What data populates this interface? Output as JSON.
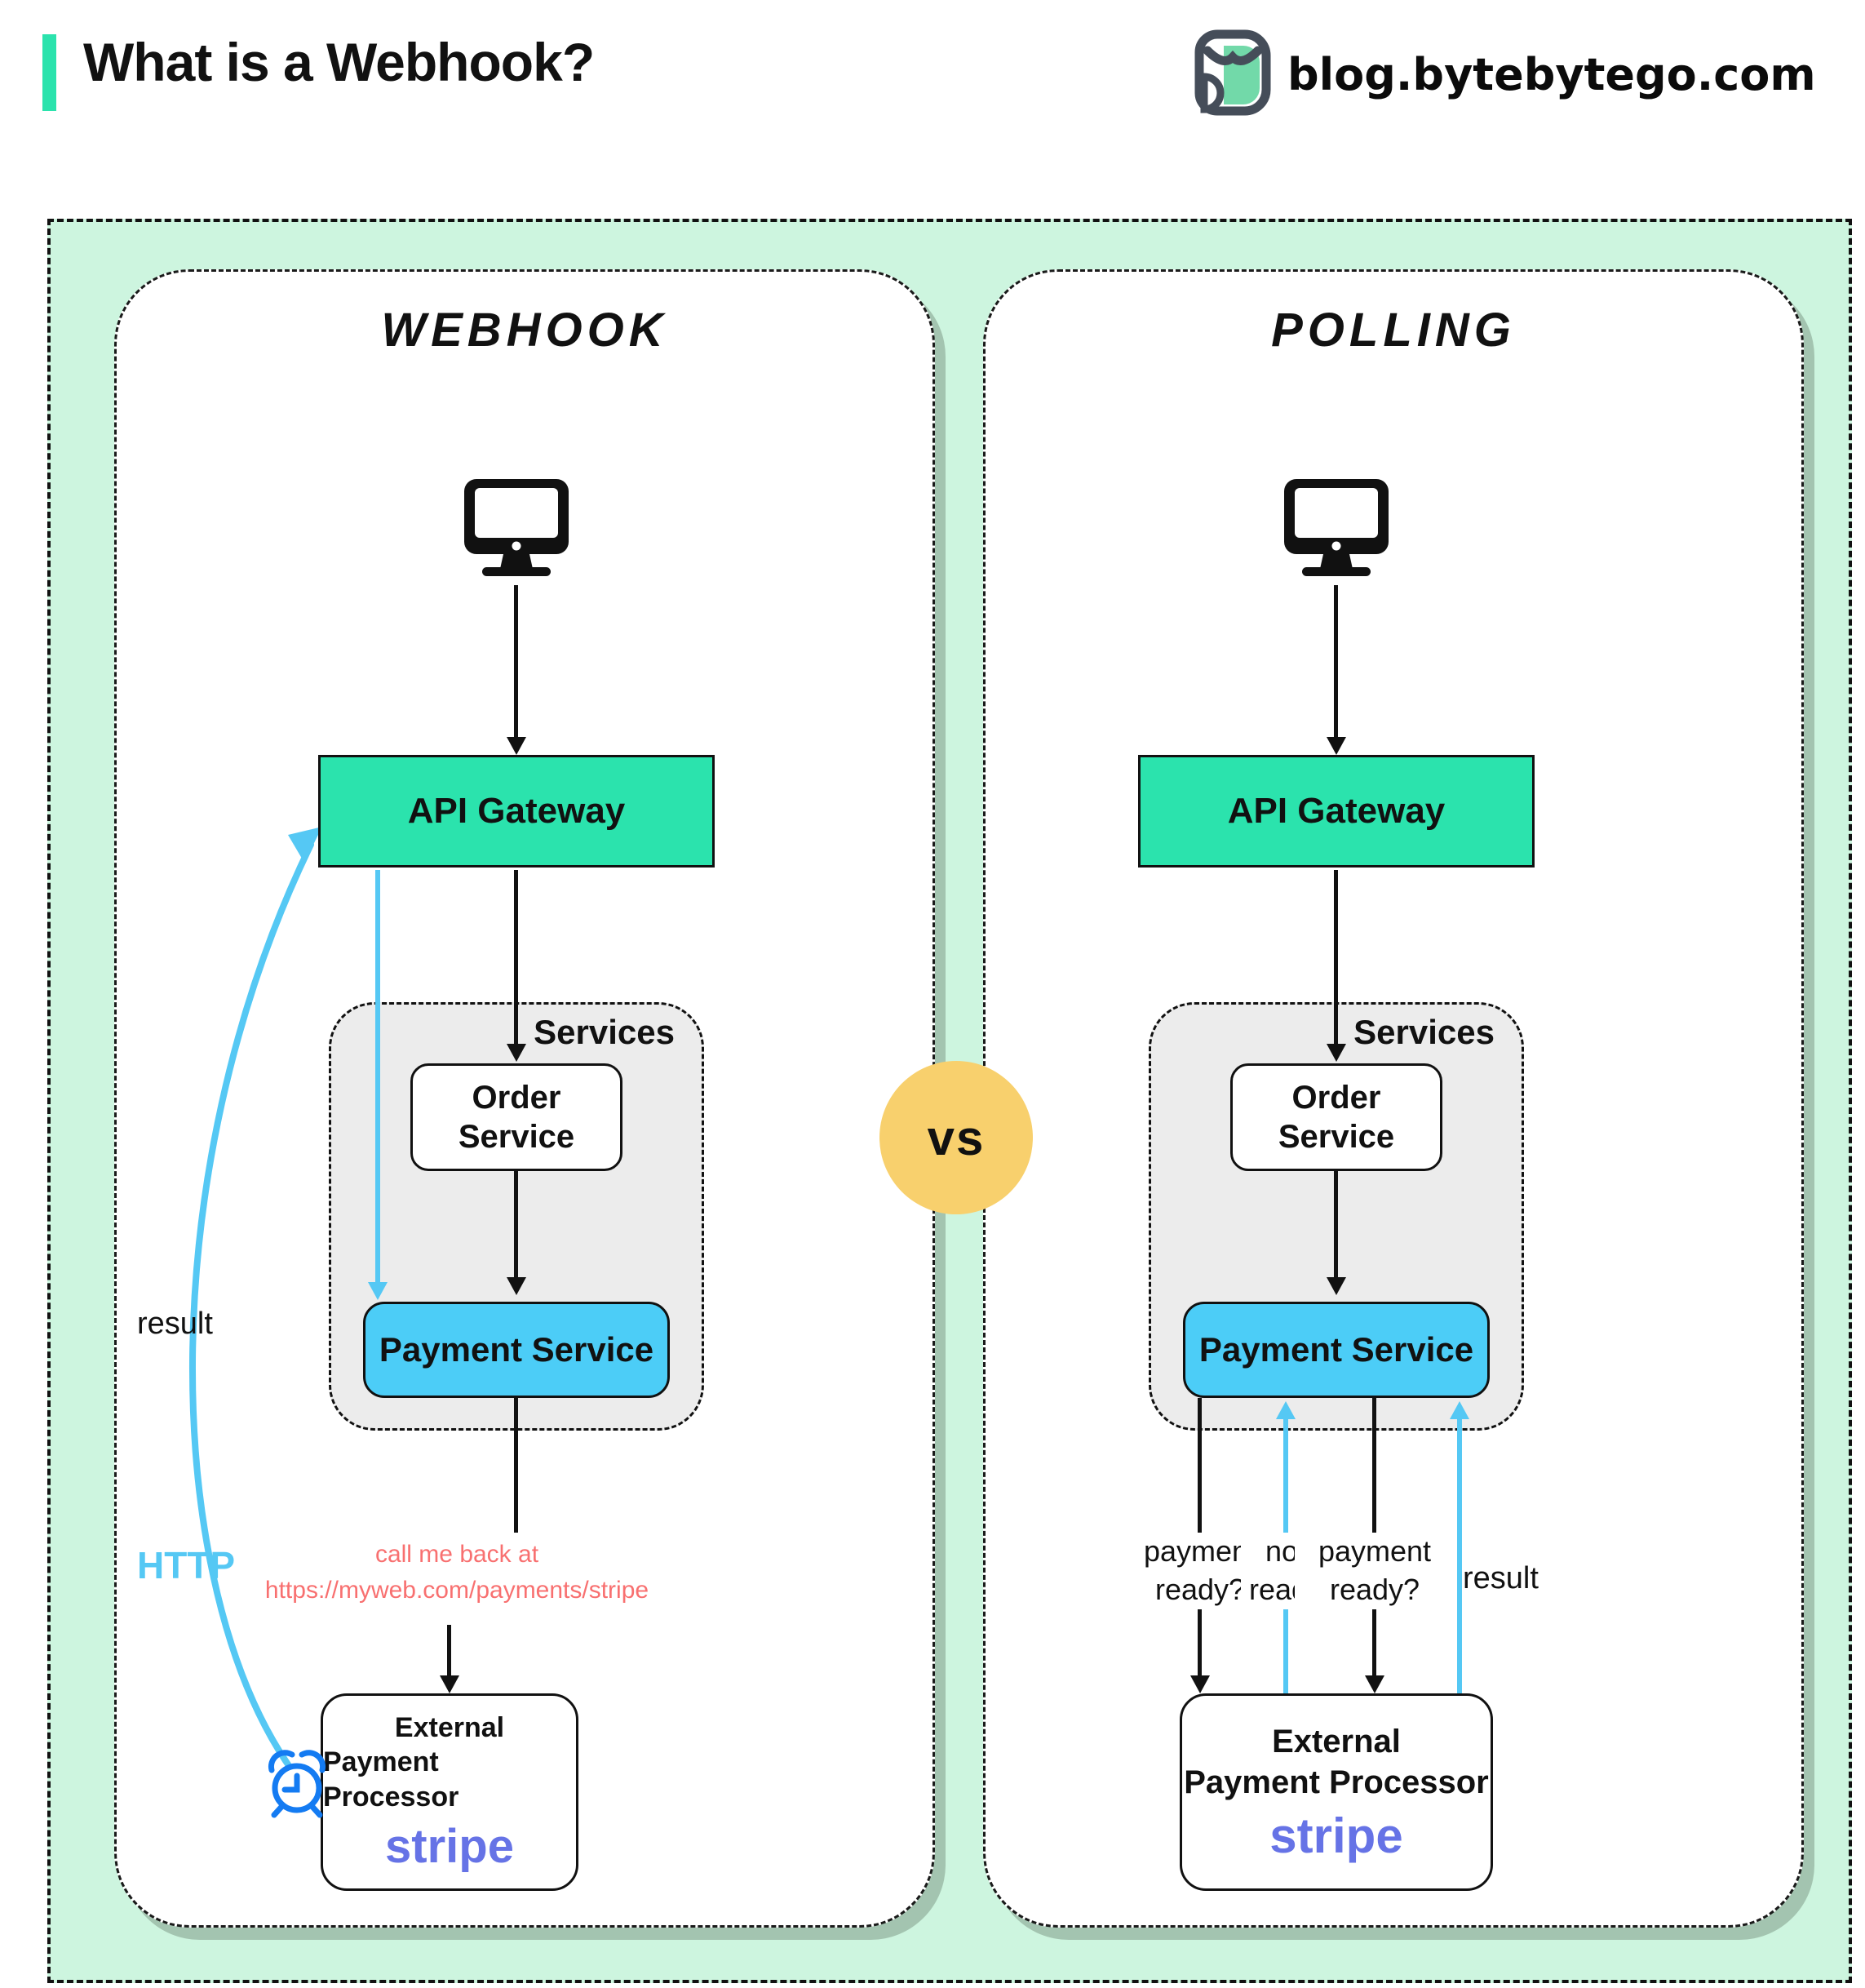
{
  "header": {
    "title": "What is a Webhook?",
    "brand": "blog.bytebytego.com"
  },
  "vs_label": "vs",
  "panels": {
    "webhook": {
      "title": "Webhook",
      "api_gateway": "API Gateway",
      "services_label": "Services",
      "order_line1": "Order",
      "order_line2": "Service",
      "payment_service": "Payment Service",
      "callback_line1": "call me back at",
      "callback_line2": "https://myweb.com/payments/stripe",
      "external_line1": "External",
      "external_line2": "Payment Processor",
      "stripe": "stripe",
      "result_label": "result",
      "http_label": "HTTP"
    },
    "polling": {
      "title": "Polling",
      "api_gateway": "API Gateway",
      "services_label": "Services",
      "order_line1": "Order",
      "order_line2": "Service",
      "payment_service": "Payment Service",
      "external_line1": "External",
      "external_line2": "Payment Processor",
      "stripe": "stripe",
      "labels": {
        "q1_line1": "payment",
        "q1_line2": "ready?",
        "n1_line1": "not",
        "n1_line2": "ready",
        "q2_line1": "payment",
        "q2_line2": "ready?",
        "result": "result"
      }
    }
  },
  "icons": {
    "logo": "bytebytego-owl-logo",
    "client": "monitor-icon",
    "clock": "alarm-clock-icon"
  },
  "colors": {
    "mint": "#cdf5df",
    "teal": "#2be3ad",
    "sky": "#4ccdf7",
    "arrow-blue": "#55c8f4",
    "salmon": "#f87070",
    "stripe": "#6673e6",
    "vs-yellow": "#f8d06d",
    "clock-blue": "#147bf2",
    "svc-gray": "#ececec",
    "shadow": "#a3c4b0",
    "ink": "#111111",
    "logo-green": "#72d9a9",
    "logo-dark": "#454d59"
  }
}
